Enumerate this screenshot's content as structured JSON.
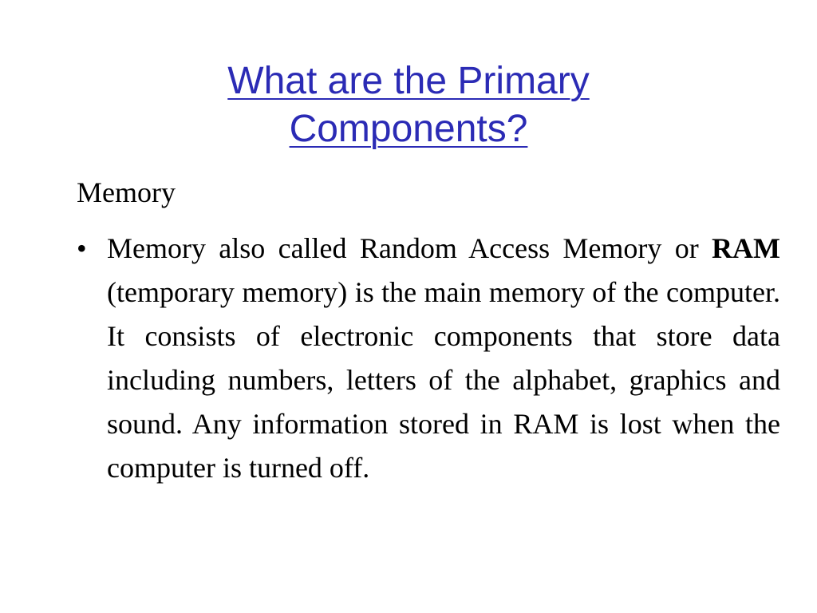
{
  "slide": {
    "title_line_1": "What are the Primary",
    "title_line_2": "Components?",
    "section_heading": "Memory",
    "bullet_glyph": "•",
    "bullet": {
      "text_before": "Memory also called Random Access Memory or ",
      "bold_term": "RAM",
      "text_after": " (temporary memory) is the main memory of the computer. It consists of electronic components that store data including numbers, letters of the alphabet, graphics and sound. Any information stored in RAM is lost when the computer is turned off."
    },
    "colors": {
      "title": "#2b2bb5",
      "body": "#000000",
      "background": "#ffffff"
    }
  }
}
